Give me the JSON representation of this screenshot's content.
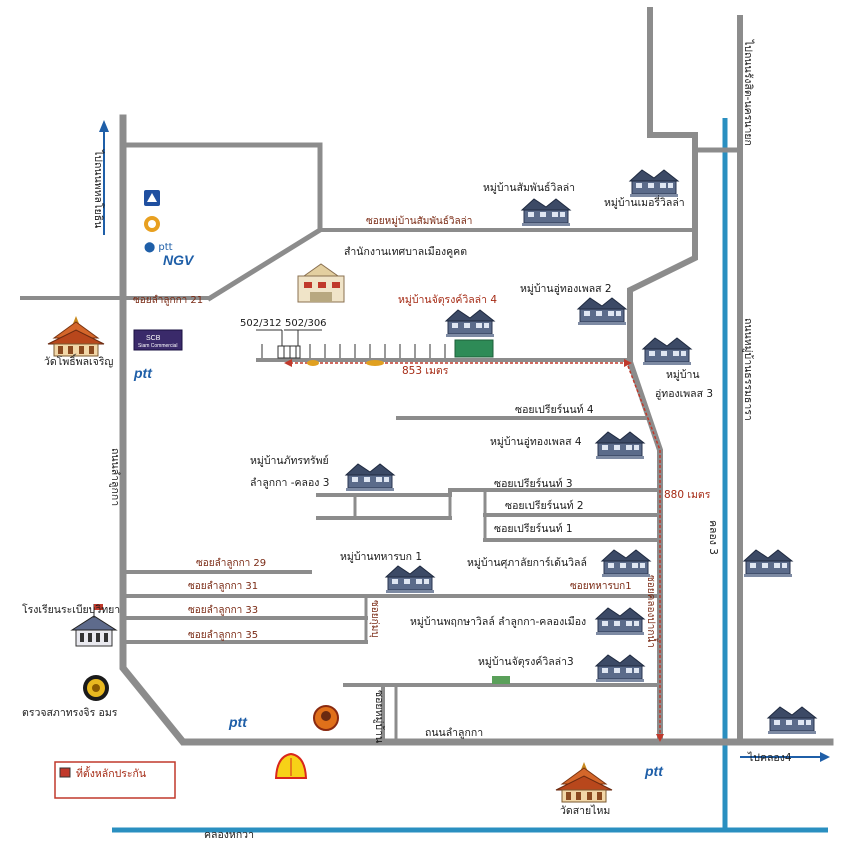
{
  "colors": {
    "road": "#8c8c8c",
    "canal": "#2a8fc0",
    "route": "#c0392b",
    "label_red": "#a52a14",
    "arrow": "#1f5fa8",
    "ptt_blue": "#1f5fa8",
    "legend_marker": "#c0392b"
  },
  "icons": {
    "house": "house-icon",
    "temple": "temple-icon",
    "school": "school-building-icon",
    "police": "police-badge-icon",
    "office": "municipal-office-icon",
    "shell": "shell-logo-icon",
    "ptt": "ptt-logo-icon",
    "bank": "bank-icon",
    "destination": "destination-block-icon"
  },
  "map": {
    "directions": {
      "top_right": "ไปถนนรังสิต-นครนายก",
      "left_top": "ไปถนนพหลโยธิน",
      "bottom_right": "ไปคลอง4"
    },
    "roads": {
      "main_left": "ถนนลำลูกกา",
      "bottom": "ถนนลำลูกกา",
      "right_vertical": "ถนนหมู่บ้านธรรมธารา",
      "canal3": "คลอง 3",
      "canal_bottom": "คลองหกวา",
      "soi_sampan": "ซอยหมู่บ้านสัมพันธ์วิลล่า",
      "soi_21": "ซอยลำลูกกา 21",
      "soi_29": "ซอยลำลูกกา 29",
      "soi_31": "ซอยลำลูกกา 31",
      "soi_33": "ซอยลำลูกกา 33",
      "soi_35": "ซอยลำลูกกา 35",
      "soi_premier4": "ซอยเปรียร์นนท์ 4",
      "soi_premier3": "ซอยเปรียร์นนท์ 3",
      "soi_premier2": "ซอยเปรียร์นนท์ 2",
      "soi_premier1": "ซอยเปรียร์นนท์ 1",
      "soi_taharn": "ซอยทหารบก1",
      "soi_khlong": "ซอยคลองปากน้ำ",
      "soi_vertical1": "ซอยหมู่บ้าน",
      "soi_vertical2": "ซอยกุ่มบุ"
    },
    "places": {
      "sampan": "หมู่บ้านสัมพันธ์วิลล่า",
      "merry": "หมู่บ้านเมอรี่วิลล่า",
      "office": "สำนักงานเทศบาลเมืองคูคต",
      "destination": "หมู่บ้านจัตุรงค์วิลล่า 4",
      "uthong2": "หมู่บ้านอู่ทองเพลส 2",
      "uthong3_a": "หมู่บ้าน",
      "uthong3_b": "อู่ทองเพลส 3",
      "uthong4": "หมู่บ้านอู่ทองเพลส 4",
      "pattara_a": "หมู่บ้านภัทรทรัพย์",
      "pattara_b": "ลำลูกกา -คลอง 3",
      "taharnbok": "หมู่บ้านทหารบก 1",
      "supa": "หมู่บ้านศุภาลัยการ์เด้นวิลล์",
      "pruksa": "หมู่บ้านพฤกษาวิลล์ ลำลูกกา-คลองเมือง",
      "jaturong3": "หมู่บ้านจัตุรงค์วิลล่า3",
      "temple_left": "วัดโพธิ์พลเจริญ",
      "school": "โรงเรียนระเบียบวิทยา",
      "police": "ตรวจสภาทรงจิร อมร",
      "temple_bottom": "วัดสายไหม"
    },
    "plots": {
      "plot_a": "502/312",
      "plot_b": "502/306"
    },
    "distances": {
      "horizontal": "853 เมตร",
      "vertical": "880 เมตร"
    },
    "brands": {
      "ptt": "ptt",
      "ngv": "NGV"
    },
    "legend": {
      "label": "ที่ตั้งหลักประกัน"
    }
  }
}
